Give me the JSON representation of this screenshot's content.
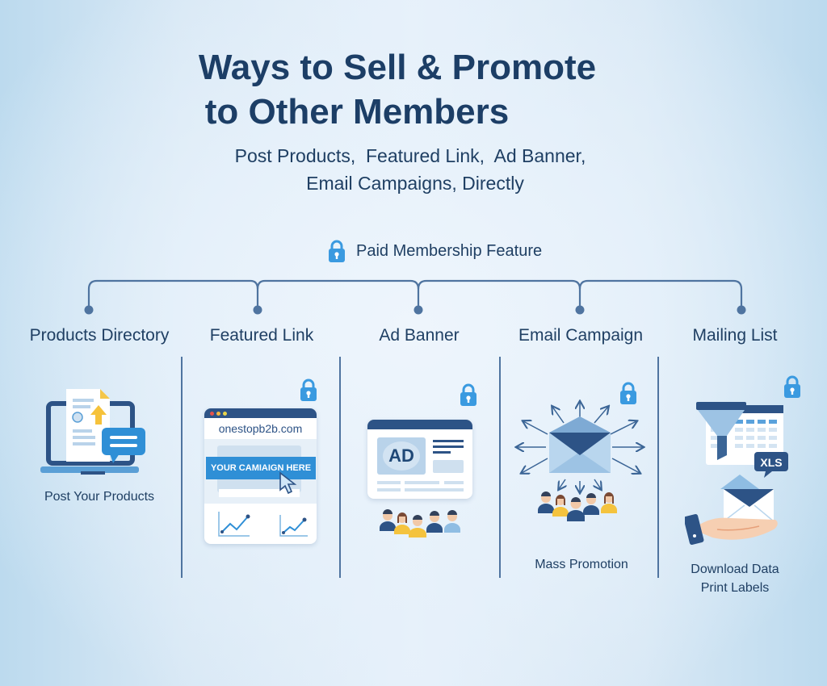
{
  "header": {
    "title_line1": "Ways to Sell & Promote",
    "title_line2": "to Other Members",
    "subtitle_line1": "Post Products,  Featured Link,  Ad Banner,",
    "subtitle_line2": "Email Campaigns, Directly"
  },
  "legend": {
    "icon": "lock-icon",
    "label": "Paid Membership Feature",
    "color": "#3a9ae0"
  },
  "colors": {
    "title": "#1c3e66",
    "connector": "#4f74a0",
    "accent_blue": "#2f8fd6",
    "dark_navy": "#2d5386"
  },
  "columns": [
    {
      "label": "Products Directory",
      "paid": false,
      "icon": "laptop-upload-document-icon",
      "caption": "Post Your Products"
    },
    {
      "label": "Featured Link",
      "paid": true,
      "icon": "browser-featured-link-icon",
      "browser_url": "onestopb2b.com",
      "banner_text": "YOUR CAMIAIGN HERE"
    },
    {
      "label": "Ad Banner",
      "paid": true,
      "icon": "ad-banner-audience-icon",
      "ad_text": "AD"
    },
    {
      "label": "Email Campaign",
      "paid": true,
      "icon": "email-broadcast-icon",
      "caption": "Mass Promotion"
    },
    {
      "label": "Mailing List",
      "paid": true,
      "icon": "funnel-spreadsheet-envelope-icon",
      "badge": "XLS",
      "caption_line1": "Download Data",
      "caption_line2": "Print Labels"
    }
  ]
}
